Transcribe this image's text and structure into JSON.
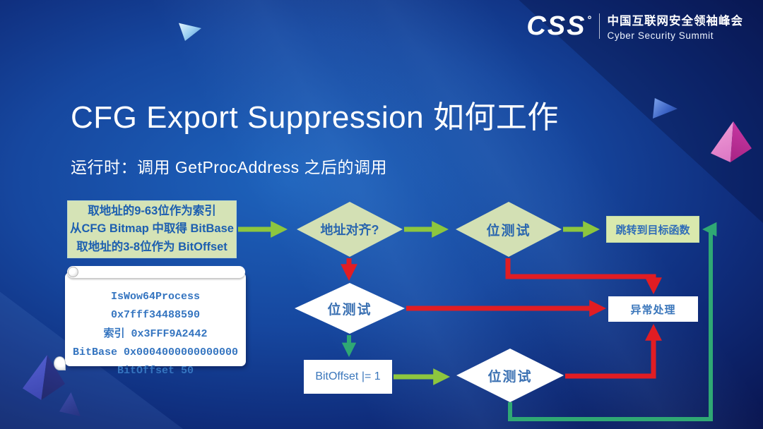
{
  "logo": {
    "brand": "CSS",
    "mark": "°",
    "cn": "中国互联网安全领袖峰会",
    "en": "Cyber Security Summit"
  },
  "slide": {
    "title": "CFG Export Suppression 如何工作",
    "subtitle": "运行时：调用 GetProcAddress 之后的调用"
  },
  "flowchart": {
    "bitmap_box": {
      "lines": [
        "取地址的9-63位作为索引",
        "从CFG Bitmap 中取得 BitBase",
        "取地址的3-8位作为 BitOffset"
      ]
    },
    "decision_align": "地址对齐?",
    "decision_bit_top": "位测试",
    "jump_target": "跳转到目标函数",
    "note": {
      "lines": [
        "IsWow64Process 0x7fff34488590",
        "索引 0x3FFF9A2442",
        "BitBase 0x0004000000000000",
        "BitOffset 50"
      ]
    },
    "decision_bit_mid": "位测试",
    "exception": "异常处理",
    "bit_offset": "BitOffset |= 1",
    "decision_bit_bottom": "位测试"
  },
  "colors": {
    "background_navy": "#0a1754",
    "background_blue": "#1e63bc",
    "box_green": "#d5e3b6",
    "box_white": "#ffffff",
    "text_blue": "#2a66ae",
    "arrow_lime": "#8dc63f",
    "arrow_teal": "#2fa874",
    "arrow_red": "#e11d23",
    "accent_pink": "#cb3aa6"
  }
}
